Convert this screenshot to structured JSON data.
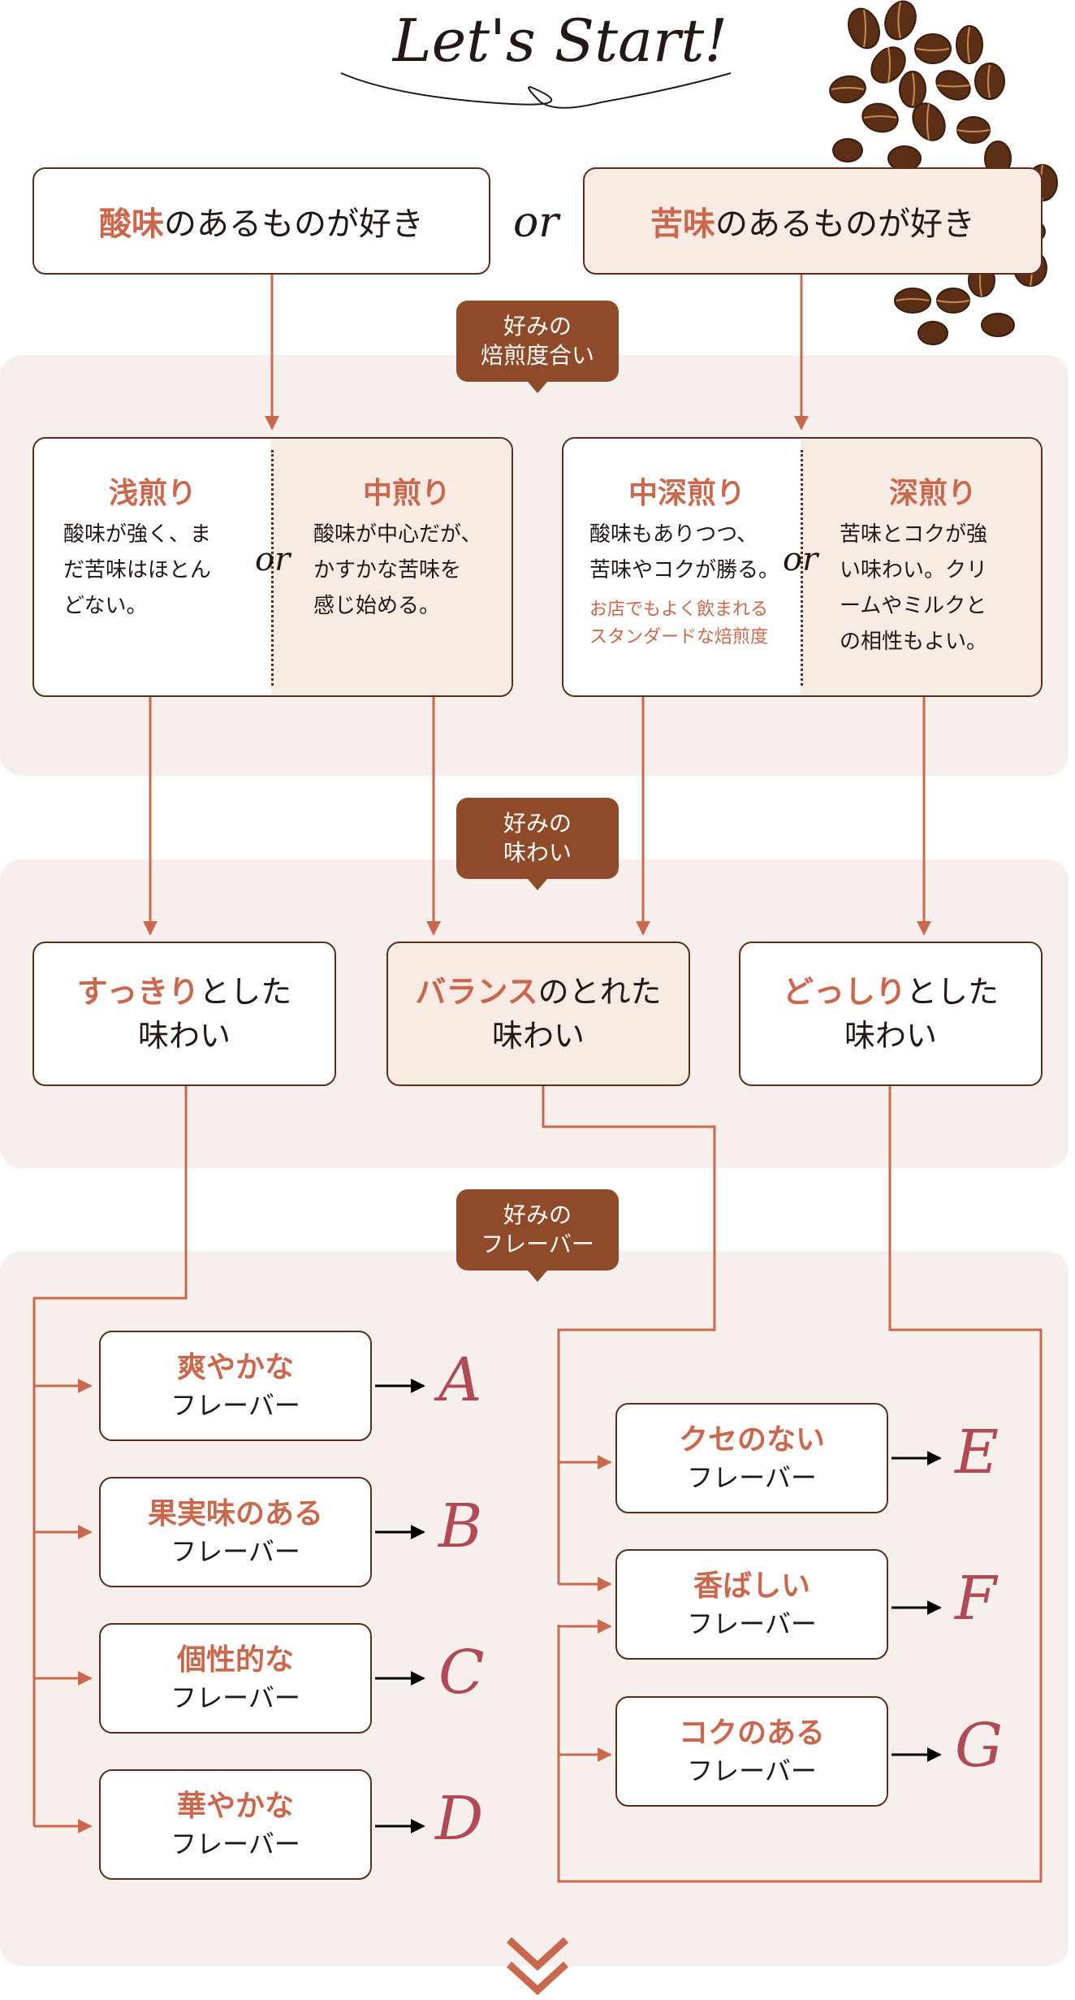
{
  "header": {
    "title": "Let's Start!"
  },
  "top": {
    "left": {
      "highlight": "酸味",
      "rest": "のあるものが好き"
    },
    "or": "or",
    "right": {
      "highlight": "苦味",
      "rest": "のあるものが好き"
    }
  },
  "badges": {
    "roast": [
      "好みの",
      "焙煎度合い"
    ],
    "taste": [
      "好みの",
      "味わい"
    ],
    "flavor": [
      "好みの",
      "フレーバー"
    ]
  },
  "roasts": [
    {
      "title": "浅煎り",
      "desc": [
        "酸味が強く、ま",
        "だ苦味はほとん",
        "どない。"
      ]
    },
    {
      "title": "中煎り",
      "desc": [
        "酸味が中心だが、",
        "かすかな苦味を",
        "感じ始める。"
      ]
    },
    {
      "title": "中深煎り",
      "desc": [
        "酸味もありつつ、",
        "苦味やコクが勝る。"
      ],
      "note": [
        "お店でもよく飲まれる",
        "スタンダードな焙煎度"
      ]
    },
    {
      "title": "深煎り",
      "desc": [
        "苦味とコクが強",
        "い味わい。クリ",
        "ームやミルクと",
        "の相性もよい。"
      ]
    }
  ],
  "roast_or": [
    "or",
    "or"
  ],
  "tastes": [
    {
      "highlight": "すっきり",
      "rest": "とした",
      "line2": "味わい"
    },
    {
      "highlight": "バランス",
      "rest": "のとれた",
      "line2": "味わい"
    },
    {
      "highlight": "どっしり",
      "rest": "とした",
      "line2": "味わい"
    }
  ],
  "flavors_left": [
    {
      "name": "爽やかな",
      "sub": "フレーバー",
      "letter": "A"
    },
    {
      "name": "果実味のある",
      "sub": "フレーバー",
      "letter": "B"
    },
    {
      "name": "個性的な",
      "sub": "フレーバー",
      "letter": "C"
    },
    {
      "name": "華やかな",
      "sub": "フレーバー",
      "letter": "D"
    }
  ],
  "flavors_right": [
    {
      "name": "クセのない",
      "sub": "フレーバー",
      "letter": "E"
    },
    {
      "name": "香ばしい",
      "sub": "フレーバー",
      "letter": "F"
    },
    {
      "name": "コクのある",
      "sub": "フレーバー",
      "letter": "G"
    }
  ],
  "colors": {
    "accent": "#c9684c",
    "badge": "#8f4a29",
    "band": "#f7efec",
    "border": "#5a2e1d",
    "letter": "#b24a56"
  },
  "icons": [
    "coffee-beans-illustration",
    "double-chevron-down-icon",
    "arrow-right-icon"
  ]
}
